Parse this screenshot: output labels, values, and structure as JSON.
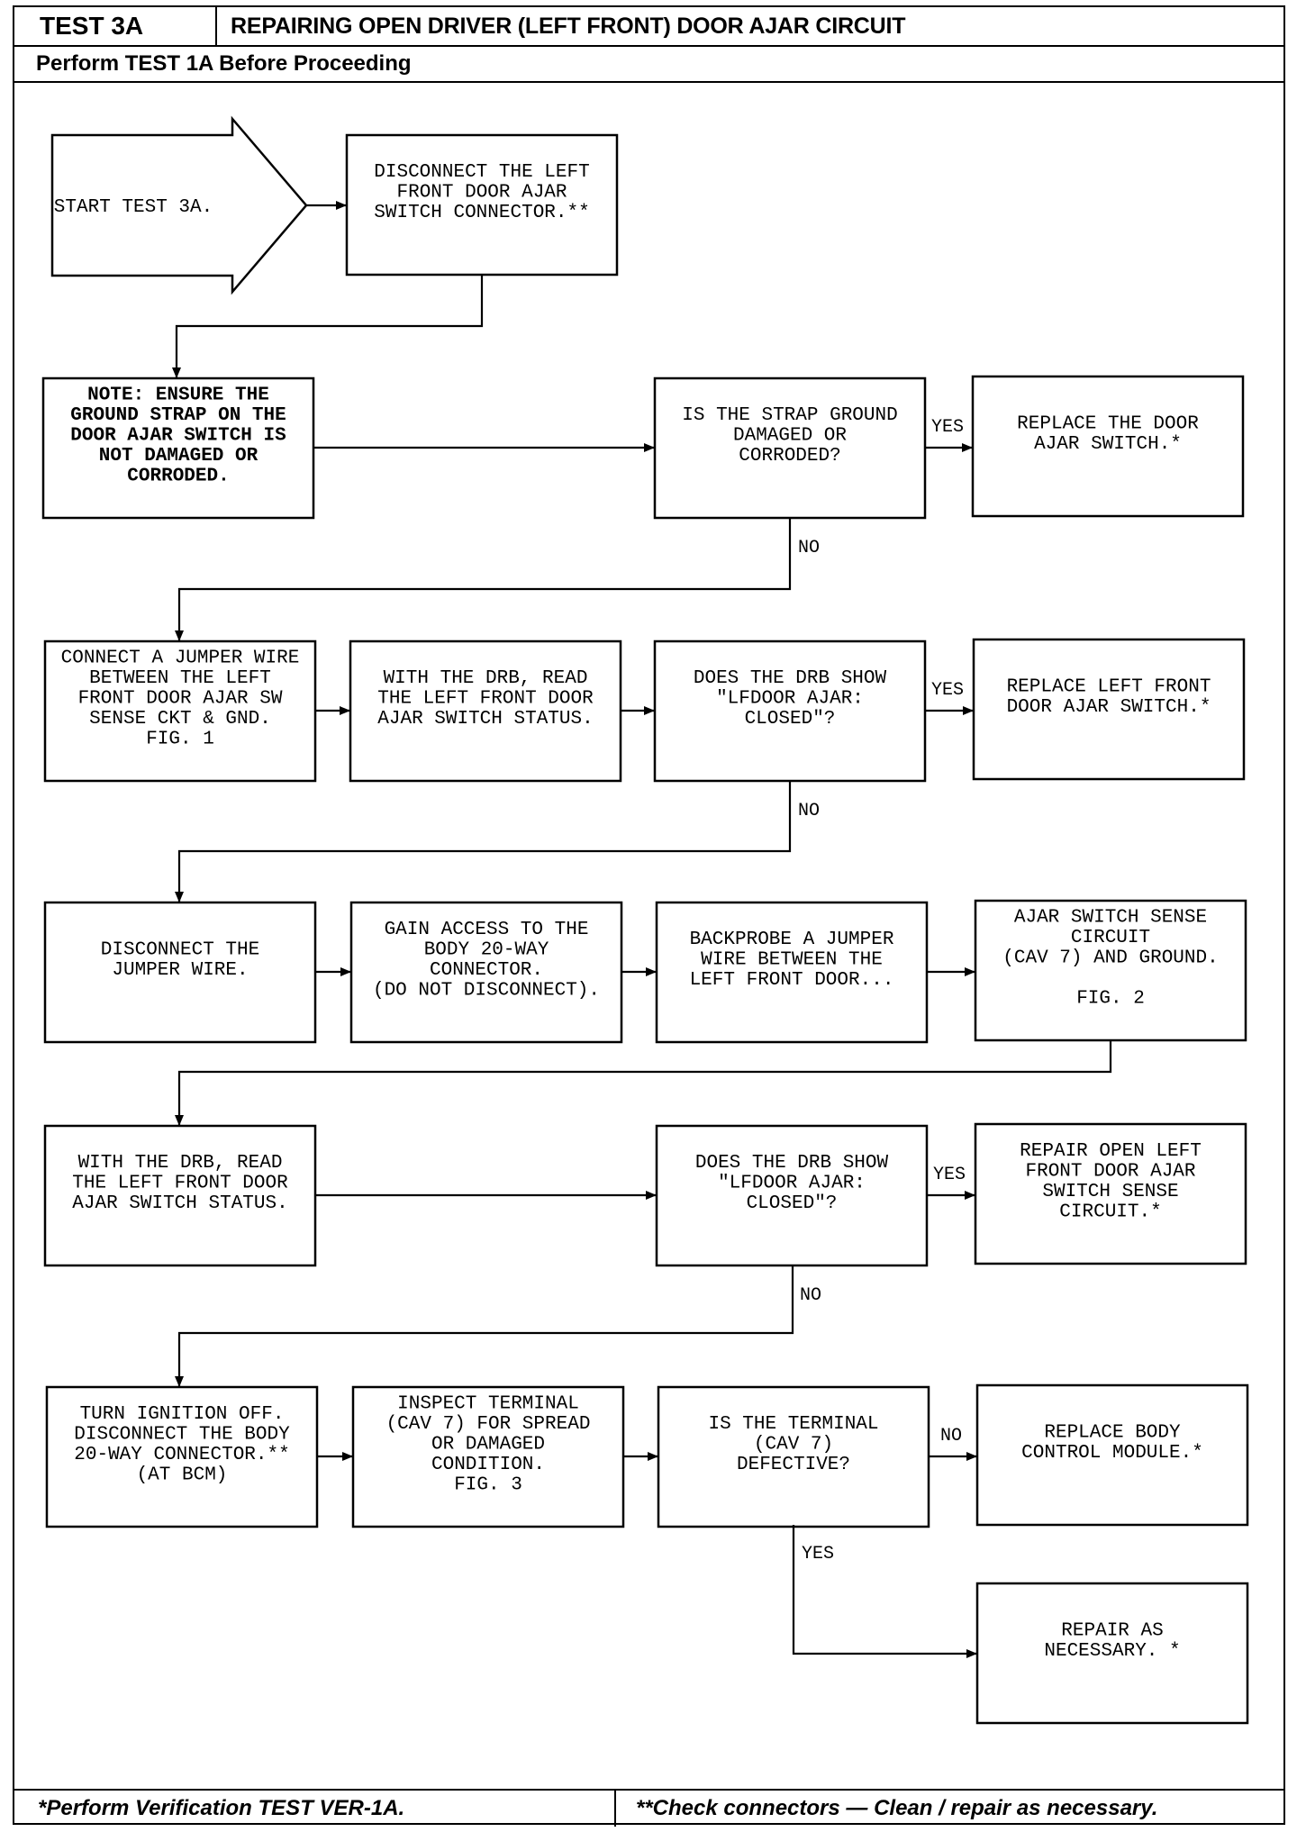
{
  "header": {
    "test_id": "TEST 3A",
    "title": "REPAIRING OPEN DRIVER (LEFT FRONT) DOOR AJAR CIRCUIT",
    "prerequisite": "Perform TEST 1A Before Proceeding"
  },
  "footer": {
    "left_note": "*Perform Verification TEST VER-1A.",
    "right_note": "**Check connectors — Clean / repair as necessary."
  },
  "flow": {
    "start": [
      "START TEST 3A."
    ],
    "disconnect_switch": [
      "DISCONNECT THE LEFT",
      "FRONT DOOR AJAR",
      "SWITCH CONNECTOR.**"
    ],
    "note_ground_strap": [
      "NOTE: ENSURE THE",
      "GROUND STRAP ON THE",
      "DOOR AJAR SWITCH IS",
      "NOT DAMAGED OR",
      "CORRODED."
    ],
    "q_strap_damaged": [
      "IS THE STRAP GROUND",
      "DAMAGED OR",
      "CORRODED?"
    ],
    "replace_switch_1": [
      "REPLACE THE DOOR",
      "AJAR SWITCH.*"
    ],
    "connect_jumper": [
      "CONNECT A JUMPER WIRE",
      "BETWEEN THE LEFT",
      "FRONT DOOR AJAR SW",
      "SENSE CKT & GND.",
      "FIG. 1"
    ],
    "read_status_1": [
      "WITH THE DRB, READ",
      "THE LEFT FRONT DOOR",
      "AJAR SWITCH STATUS."
    ],
    "q_drb_closed_1": [
      "DOES THE DRB SHOW",
      "\"LFDOOR AJAR:",
      "CLOSED\"?"
    ],
    "replace_switch_2": [
      "REPLACE LEFT FRONT",
      "DOOR AJAR SWITCH.*"
    ],
    "disconnect_jumper": [
      "DISCONNECT THE",
      "JUMPER WIRE."
    ],
    "gain_access": [
      "GAIN ACCESS TO THE",
      "BODY 20-WAY",
      "CONNECTOR.",
      "(DO NOT DISCONNECT)."
    ],
    "backprobe": [
      "BACKPROBE A JUMPER",
      "WIRE BETWEEN THE",
      "LEFT FRONT DOOR..."
    ],
    "sense_circuit": [
      "AJAR SWITCH SENSE",
      "CIRCUIT",
      "(CAV 7) AND GROUND.",
      "",
      "FIG. 2"
    ],
    "read_status_2": [
      "WITH THE DRB, READ",
      "THE LEFT FRONT DOOR",
      "AJAR SWITCH STATUS."
    ],
    "q_drb_closed_2": [
      "DOES THE DRB SHOW",
      "\"LFDOOR AJAR:",
      "CLOSED\"?"
    ],
    "repair_open": [
      "REPAIR OPEN LEFT",
      "FRONT DOOR AJAR",
      "SWITCH SENSE",
      "CIRCUIT.*"
    ],
    "ignition_off": [
      "TURN IGNITION OFF.",
      "DISCONNECT THE BODY",
      "20-WAY CONNECTOR.**",
      "(AT BCM)"
    ],
    "inspect_terminal": [
      "INSPECT TERMINAL",
      "(CAV 7) FOR SPREAD",
      "OR DAMAGED",
      "CONDITION.",
      "FIG. 3"
    ],
    "q_terminal_defective": [
      "IS THE TERMINAL",
      "(CAV 7)",
      "DEFECTIVE?"
    ],
    "replace_bcm": [
      "REPLACE BODY",
      "CONTROL MODULE.*"
    ],
    "repair_as_necessary": [
      "REPAIR AS",
      "NECESSARY. *"
    ]
  },
  "branch_labels": {
    "yes": "YES",
    "no": "NO"
  }
}
